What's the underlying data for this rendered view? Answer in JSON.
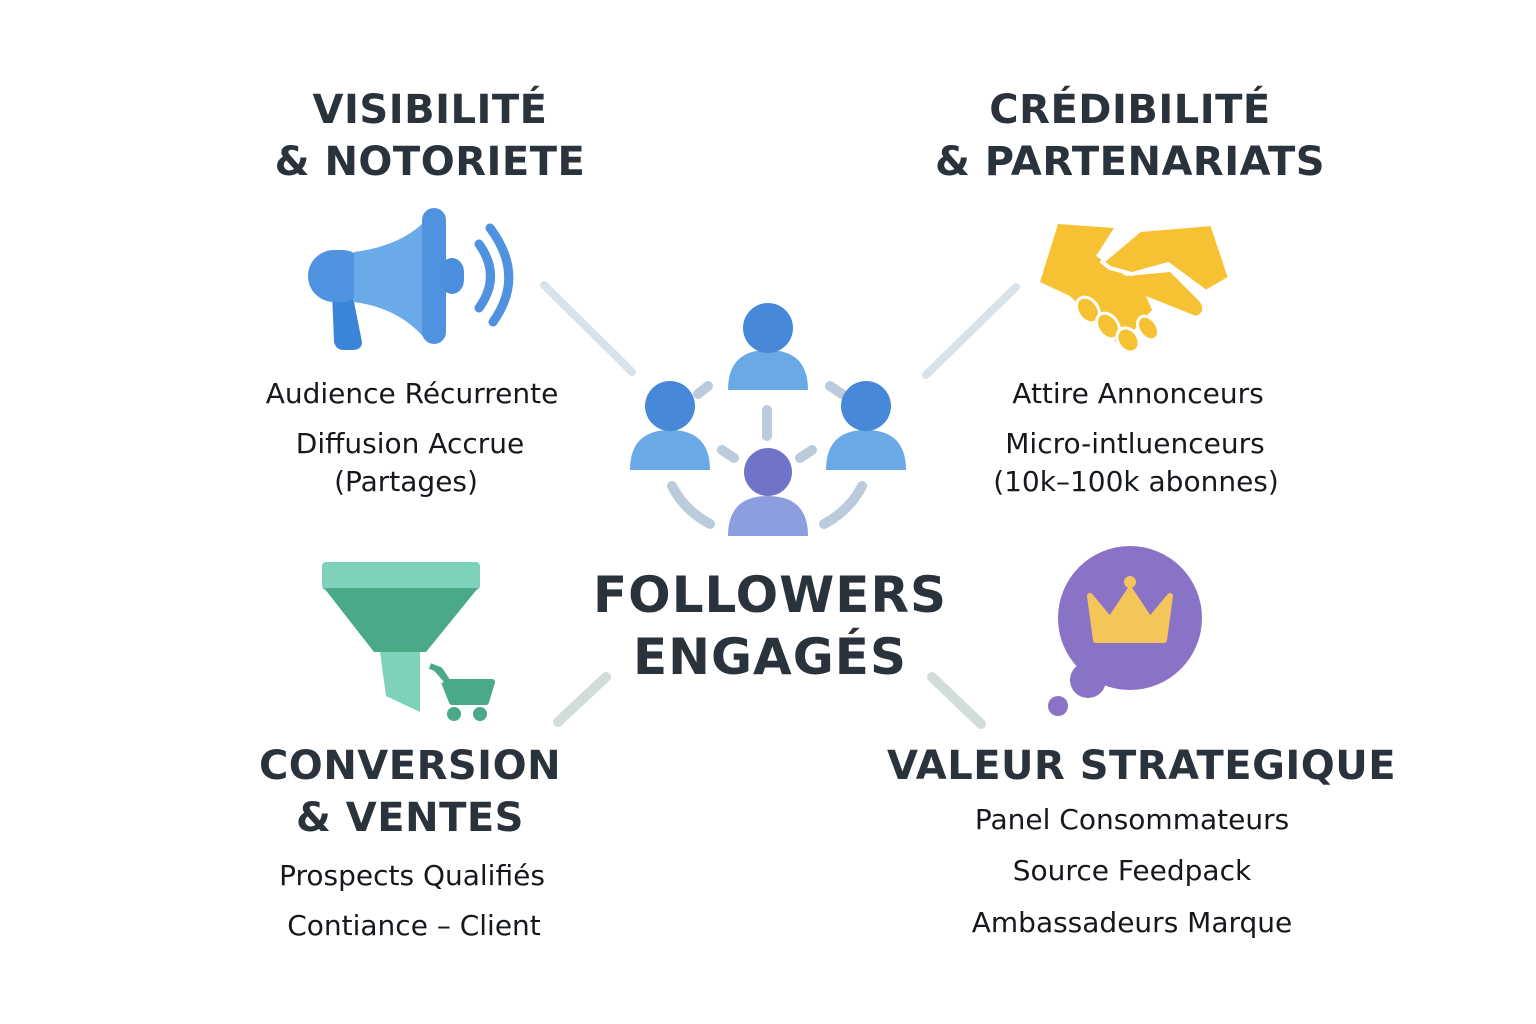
{
  "center": {
    "title_line1": "FOLLOWERS",
    "title_line2": "ENGAGÉS",
    "icon": "people-network-icon"
  },
  "quadrants": {
    "top_left": {
      "title_line1": "VISIBILITÉ",
      "title_line2": "& NOTORIETE",
      "icon": "megaphone-icon",
      "items": [
        "Audience Récurrente",
        "Diffusion Accrue",
        "(Partages)"
      ]
    },
    "top_right": {
      "title_line1": "CRÉDIBILITÉ",
      "title_line2": "& PARTENARIATS",
      "icon": "handshake-icon",
      "items": [
        "Attire Annonceurs",
        "Micro-intluenceurs",
        "(10k–100k abonnes)"
      ]
    },
    "bottom_left": {
      "title_line1": "CONVERSION",
      "title_line2": "& VENTES",
      "icon": "funnel-cart-icon",
      "items": [
        "Prospects Qualifiés",
        "Contiance – Client"
      ]
    },
    "bottom_right": {
      "title_line1": "VALEUR STRATEGIQUE",
      "icon": "crown-speech-bubble-icon",
      "items": [
        "Panel Consommateurs",
        "Source Feedpack",
        "Ambassadeurs Marque"
      ]
    }
  },
  "colors": {
    "megaphone": "#5a9ee6",
    "handshake": "#f6c233",
    "funnel": "#4fb08f",
    "bubble": "#8a72c6",
    "crown": "#f4c65a",
    "people": "#4f8ad8",
    "connector": "#d5dde2"
  }
}
